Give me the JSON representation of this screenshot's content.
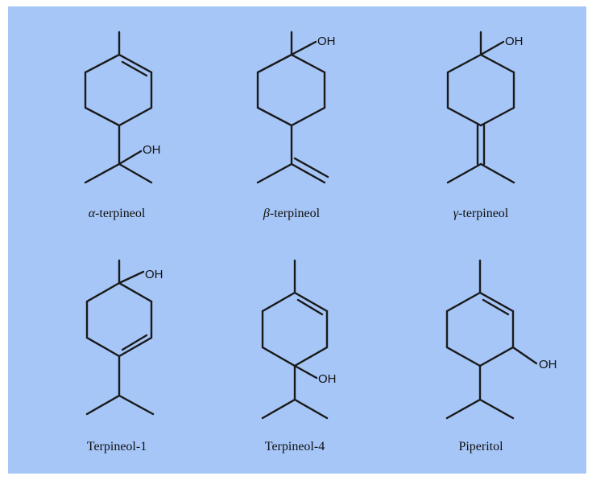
{
  "colors": {
    "panel": "#a6c6f7",
    "bond": "#1a1a1a"
  },
  "atoms": {
    "hydroxyl": "OH"
  },
  "compounds": [
    {
      "greek": "α",
      "name": "-terpineol"
    },
    {
      "greek": "β",
      "name": "-terpineol"
    },
    {
      "greek": "γ",
      "name": "-terpineol"
    },
    {
      "greek": "",
      "name": "Terpineol-1"
    },
    {
      "greek": "",
      "name": "Terpineol-4"
    },
    {
      "greek": "",
      "name": "Piperitol"
    }
  ]
}
